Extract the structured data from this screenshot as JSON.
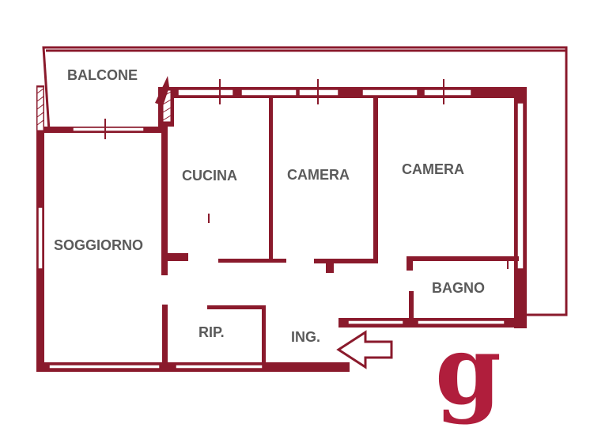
{
  "rooms": {
    "balcone": "BALCONE",
    "cucina": "CUCINA",
    "camera_1": "CAMERA",
    "camera_2": "CAMERA",
    "soggiorno": "SOGGIORNO",
    "bagno": "BAGNO",
    "ripostiglio": "RIP.",
    "ingresso": "ING."
  },
  "logo": {
    "letter": "g"
  },
  "colors": {
    "wall": "#8a1a2c",
    "logo": "#b01e3c",
    "label": "#5a5a5a",
    "background": "#ffffff"
  },
  "icons": {
    "entrance": "entrance-arrow-icon"
  }
}
